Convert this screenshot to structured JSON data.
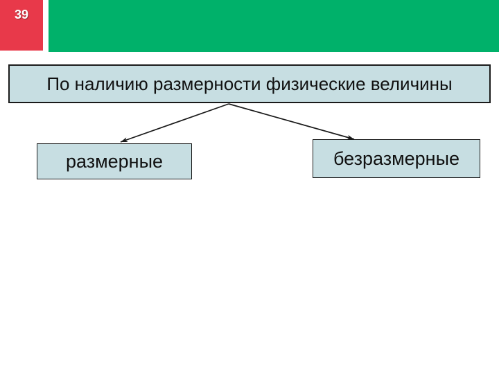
{
  "slide": {
    "number": "39",
    "background": "#ffffff",
    "accent_colors": {
      "badge_red": "#e8394a",
      "banner_green": "#00b16a",
      "node_fill": "#c7dee2",
      "node_border": "#1a1a1a",
      "text": "#111111"
    }
  },
  "diagram": {
    "title": "По наличию размерности физические величины",
    "nodes": [
      {
        "id": "dimensional",
        "label": "размерные"
      },
      {
        "id": "dimensionless",
        "label": "безразмерные"
      }
    ],
    "connectors": [
      {
        "from": "title",
        "to": "dimensional"
      },
      {
        "from": "title",
        "to": "dimensionless"
      }
    ]
  }
}
